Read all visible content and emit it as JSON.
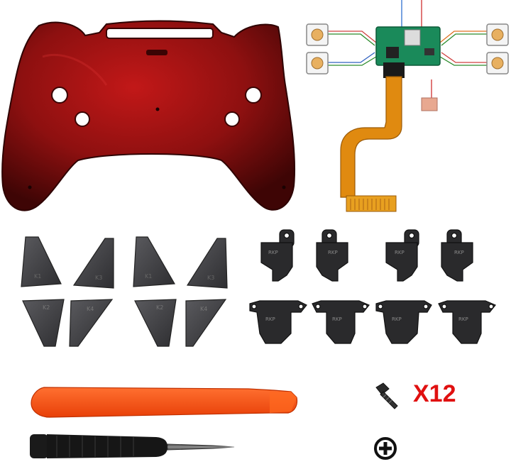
{
  "labels": {
    "quantity": "X12",
    "paddle_marks": [
      "K1",
      "K3",
      "K1",
      "K3",
      "K2",
      "K4",
      "K2",
      "K4"
    ],
    "button_mark": "RKP"
  },
  "colors": {
    "shell": "#8e1010",
    "shell_dark": "#4a0606",
    "pcb": "#1a8a5a",
    "flex_cable": "#e08a10",
    "paddle": "#454548",
    "pry_tool": "#ff5010",
    "quantity_text": "#e01010"
  },
  "icons": [
    "screw-icon",
    "phillips-cross-icon"
  ]
}
